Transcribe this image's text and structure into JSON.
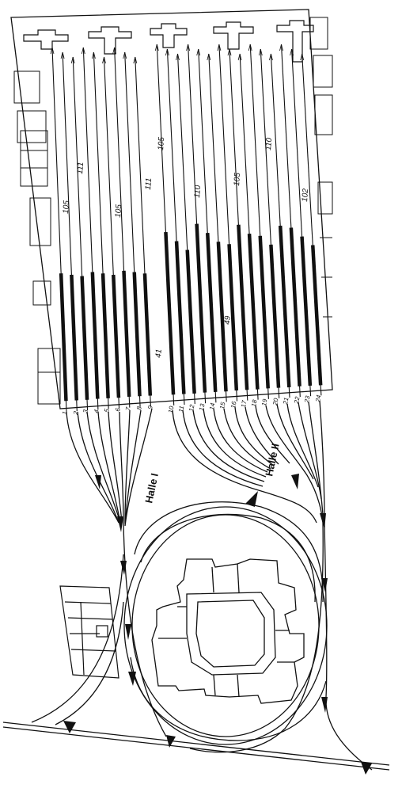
{
  "colors": {
    "ink": "#111111",
    "paper": "#ffffff"
  },
  "tracks": {
    "numbers": [
      "1",
      "2",
      "3",
      "4",
      "5",
      "6",
      "7",
      "8",
      "9",
      "10",
      "11",
      "12",
      "13",
      "14",
      "15",
      "16",
      "17",
      "18",
      "19",
      "20",
      "21",
      "22",
      "23",
      "24"
    ]
  },
  "hall_labels": {
    "hall_1": "Halle I",
    "hall_2": "Halle II"
  },
  "platform_lengths": {
    "l1": "105",
    "l2": "111",
    "l3": "105",
    "l4": "111",
    "l5": "105",
    "l6": "110",
    "l7": "105",
    "l8": "110",
    "l9": "102",
    "l10": "41",
    "l11": "49"
  }
}
